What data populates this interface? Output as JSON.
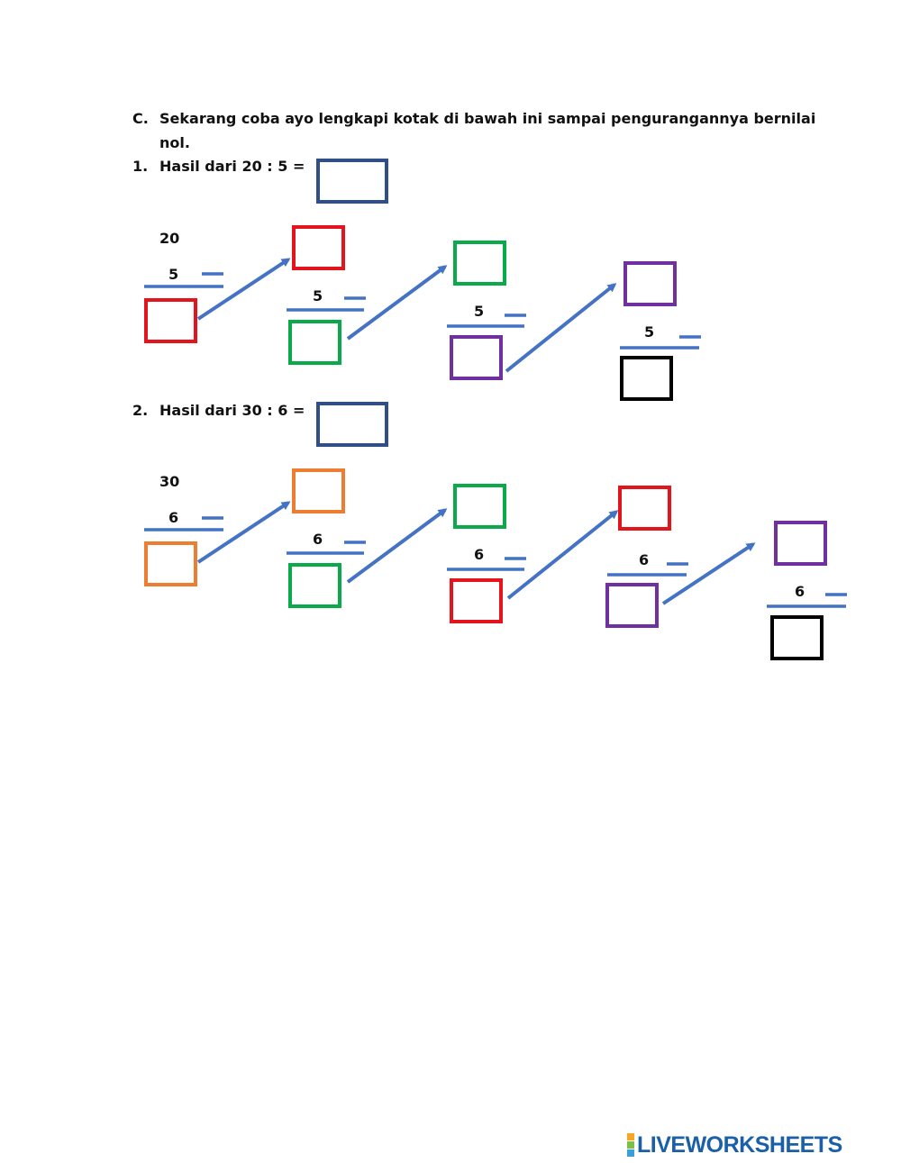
{
  "section": {
    "label": "C.",
    "text_line1": "Sekarang coba ayo lengkapi kotak di bawah ini sampai pengurangannya bernilai",
    "text_line2": "nol."
  },
  "problems": [
    {
      "number": "1.",
      "question": "Hasil dari 20 : 5 =",
      "start": "20",
      "subtrahend": "5",
      "answer_value": ""
    },
    {
      "number": "2.",
      "question": "Hasil dari 30 : 6 =",
      "start": "30",
      "subtrahend": "6",
      "answer_value": ""
    }
  ],
  "colors": {
    "answer_box": "#2f4f86",
    "arrow": "#4472c4",
    "red": "#e3141b",
    "green": "#0aaa4a",
    "purple": "#7030a0",
    "black": "#000000",
    "orange": "#ed7d31"
  },
  "footer": {
    "brand": "LIVEWORKSHEETS",
    "mark_letters": [
      "L",
      "I",
      "V",
      "E"
    ]
  }
}
